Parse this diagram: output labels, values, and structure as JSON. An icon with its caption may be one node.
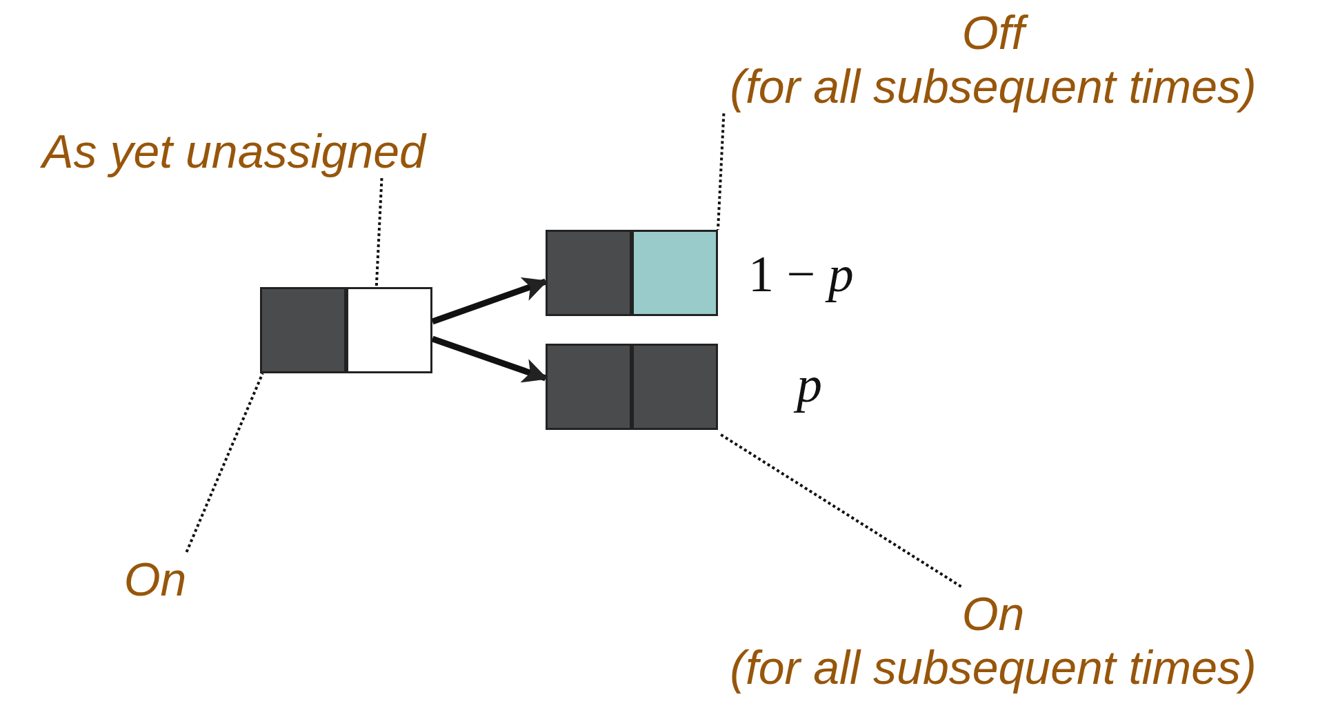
{
  "diagram": {
    "nodes": [
      {
        "text": [
          "Off",
          "(for all subsequent times)"
        ]
      },
      {
        "text": [
          "As yet unassigned"
        ]
      },
      {
        "text": [],
        "shape": "box"
      },
      {
        "text": [],
        "shape": "box",
        "in": 2
      },
      {
        "text": [],
        "shape": "box",
        "in": 2
      },
      {
        "text": [],
        "shape": "box",
        "beside": [
          "1 − *p*"
        ]
      },
      {
        "text": [],
        "shape": "box",
        "in": 5
      },
      {
        "text": [],
        "shape": "box",
        "in": 5
      },
      {
        "text": [],
        "shape": "box",
        "beside": [
          "p"
        ]
      },
      {
        "text": [],
        "shape": "box",
        "in": 8
      },
      {
        "text": [],
        "shape": "box",
        "in": 8
      },
      {
        "text": [
          "On"
        ]
      },
      {
        "text": [
          "On",
          "(for all subsequent times)"
        ]
      }
    ],
    "edges": [
      {
        "from": 1,
        "to": 4,
        "arrow": "none",
        "style": "dashed"
      },
      {
        "from": 0,
        "to": 7,
        "arrow": "none",
        "style": "dashed"
      },
      {
        "from": 2,
        "to": 5,
        "arrow": "to",
        "style": "thick"
      },
      {
        "from": 2,
        "to": 8,
        "arrow": "to",
        "style": "thick"
      },
      {
        "from": 11,
        "to": 3,
        "arrow": "none",
        "style": "dashed"
      },
      {
        "from": 12,
        "to": 10,
        "arrow": "none",
        "style": "dashed"
      }
    ]
  }
}
